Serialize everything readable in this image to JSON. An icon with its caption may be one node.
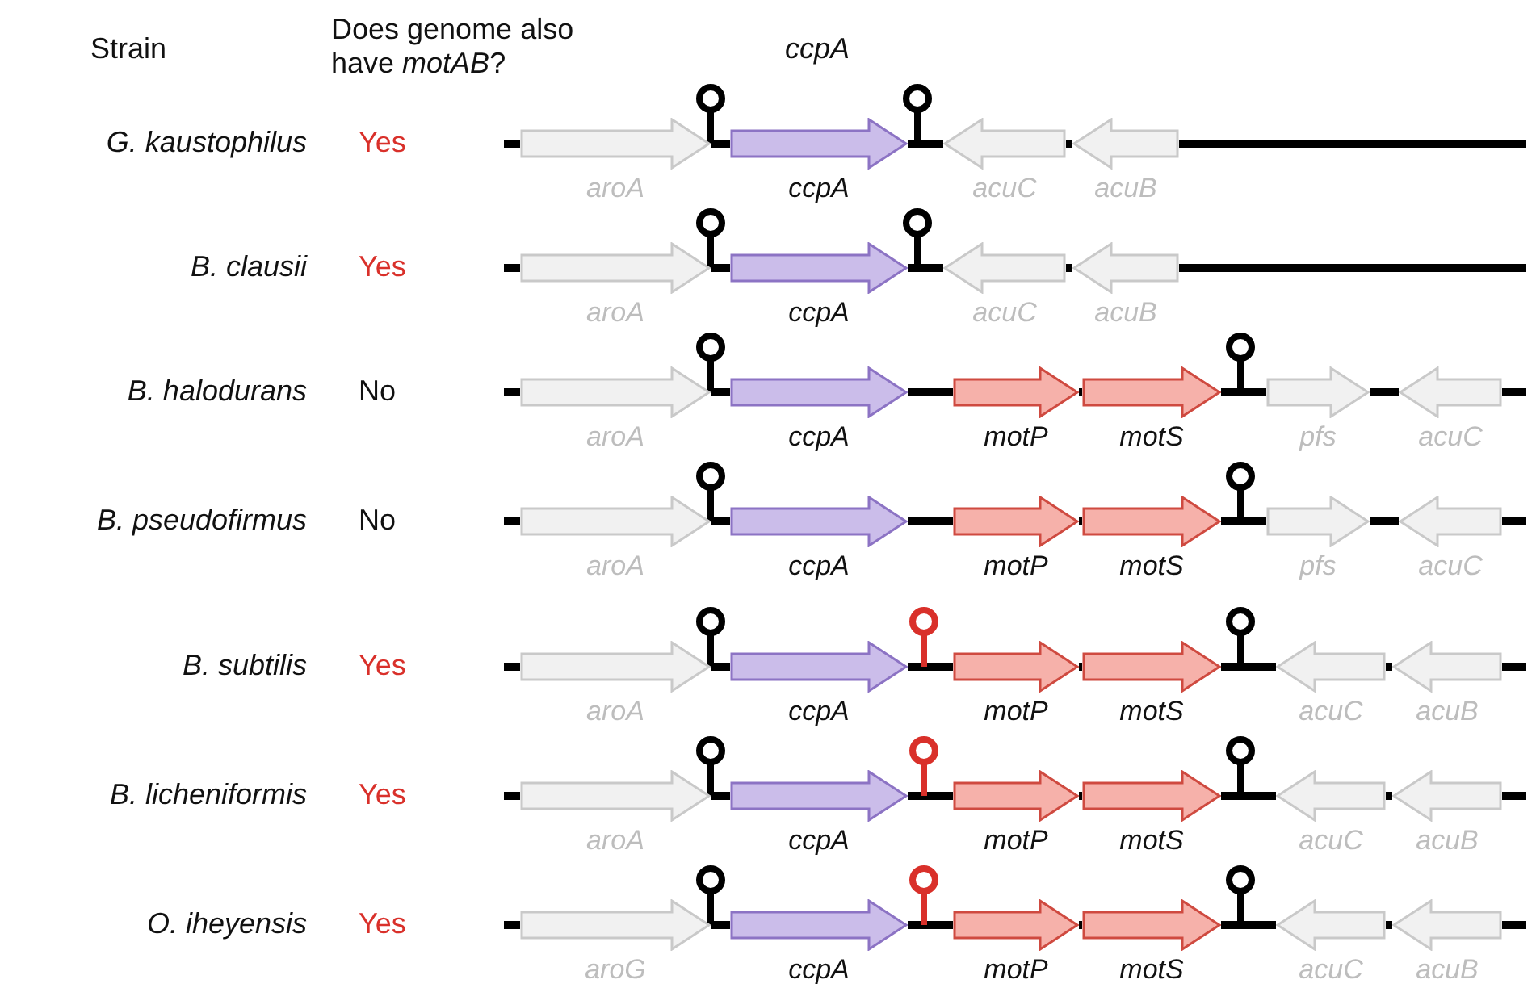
{
  "diagram": {
    "nodes": [
      {
        "text": [
          "aroA"
        ]
      },
      {
        "text": [
          "ccpA"
        ]
      },
      {
        "text": [
          "acuC"
        ]
      },
      {
        "text": [
          "acuB"
        ]
      },
      {
        "text": [
          "aroA"
        ]
      },
      {
        "text": [
          "ccpA"
        ]
      },
      {
        "text": [
          "acuC"
        ]
      },
      {
        "text": [
          "acuB"
        ]
      },
      {
        "text": [
          "aroA"
        ]
      },
      {
        "text": [
          "ccpA"
        ]
      },
      {
        "text": [
          "motP"
        ]
      },
      {
        "text": [
          "motS"
        ]
      },
      {
        "text": [
          "pfs"
        ]
      },
      {
        "text": [
          "acuC"
        ]
      },
      {
        "text": [
          "aroA"
        ]
      },
      {
        "text": [
          "ccpA"
        ]
      },
      {
        "text": [
          "motP"
        ]
      },
      {
        "text": [
          "motS"
        ]
      },
      {
        "text": [
          "pfs"
        ]
      },
      {
        "text": [
          "acuC"
        ]
      },
      {
        "text": [
          "aroA"
        ]
      },
      {
        "text": [
          "ccpA"
        ]
      },
      {
        "text": [
          "motP"
        ]
      },
      {
        "text": [
          "motS"
        ]
      },
      {
        "text": [
          "acuC"
        ]
      },
      {
        "text": [
          "acuB"
        ]
      },
      {
        "text": [
          "aroA"
        ]
      },
      {
        "text": [
          "ccpA"
        ]
      },
      {
        "text": [
          "motP"
        ]
      },
      {
        "text": [
          "motS"
        ]
      },
      {
        "text": [
          "acuC"
        ]
      },
      {
        "text": [
          "acuB"
        ]
      },
      {
        "text": [
          "aroG"
        ]
      },
      {
        "text": [
          "ccpA"
        ]
      },
      {
        "text": [
          "motP"
        ]
      },
      {
        "text": [
          "motS"
        ]
      },
      {
        "text": [
          "acuC"
        ]
      },
      {
        "text": [
          "acuB"
        ]
      }
    ],
    "labels": [
      "Strain",
      "Does genome also have *motAB*?",
      "ccpA",
      "G. kaustophilus",
      "Yes",
      "B. clausii",
      "Yes",
      "B. halodurans",
      "No",
      "B. pseudofirmus",
      "No",
      "B. subtilis",
      "Yes",
      "B. licheniformis",
      "Yes",
      "O. iheyensis",
      "Yes"
    ]
  }
}
